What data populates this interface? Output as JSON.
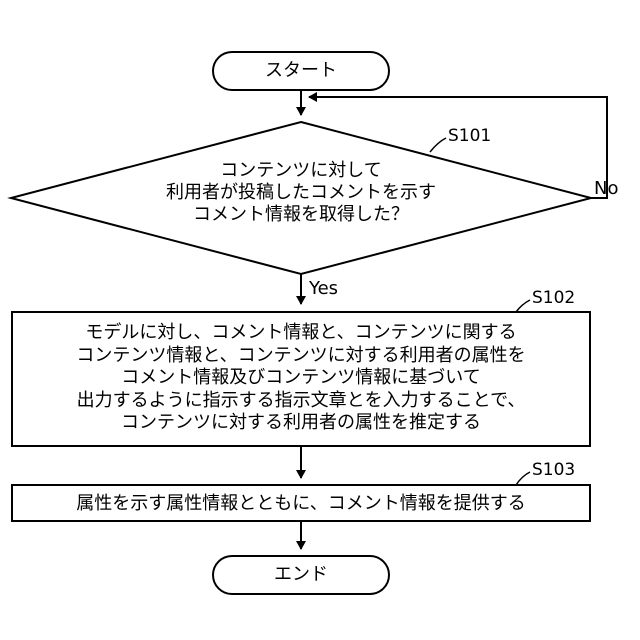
{
  "diagram": {
    "start": "スタート",
    "end": "エンド",
    "decision": {
      "step_id": "S101",
      "lines": [
        "コンテンツに対して",
        "利用者が投稿したコメントを示す",
        "コメント情報を取得した？"
      ],
      "yes_label": "Yes",
      "no_label": "No"
    },
    "process1": {
      "step_id": "S102",
      "lines": [
        "モデルに対し、コメント情報と、コンテンツに関する",
        "コンテンツ情報と、コンテンツに対する利用者の属性を",
        "コメント情報及びコンテンツ情報に基づいて",
        "出力するように指示する指示文章とを入力することで、",
        "コンテンツに対する利用者の属性を推定する"
      ]
    },
    "process2": {
      "step_id": "S103",
      "text": "属性を示す属性情報とともに、コメント情報を提供する"
    }
  }
}
